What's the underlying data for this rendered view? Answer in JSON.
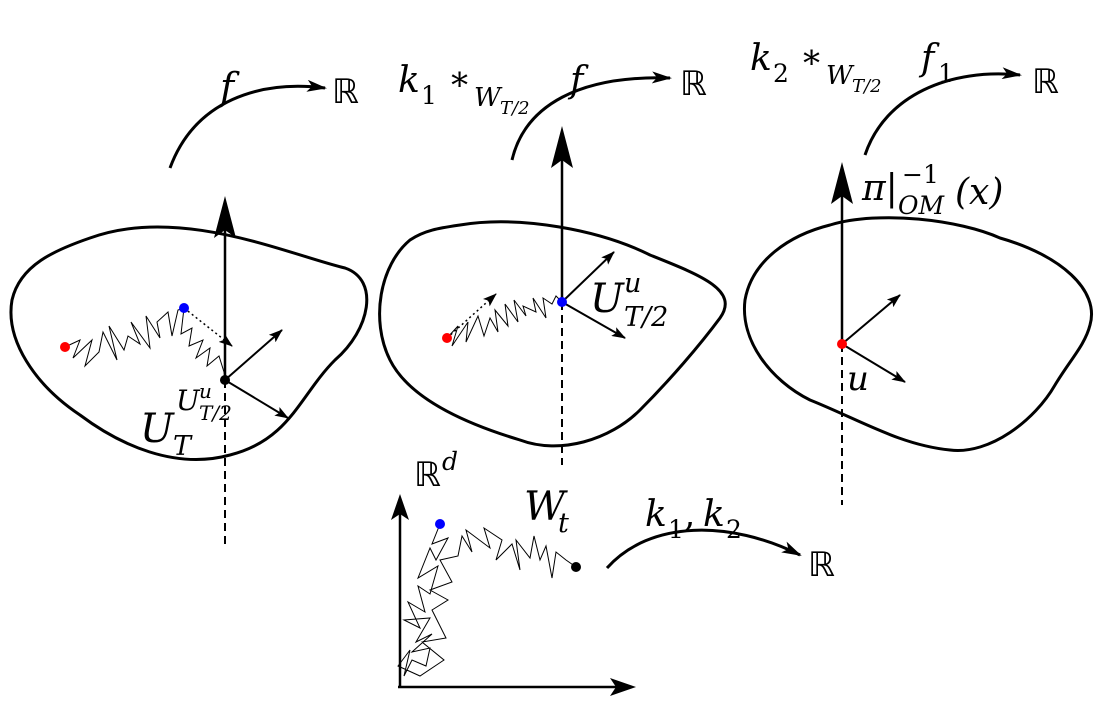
{
  "labels": {
    "f": "f",
    "R": "ℝ",
    "k1": "k",
    "k1_sub": "1",
    "star": "∗",
    "W": "W",
    "T2": "T/2",
    "f2": "f",
    "k2": "k",
    "k2_sub": "2",
    "f1": "f",
    "f1_sub": "1",
    "pi": "π|",
    "pi_sub": "OM",
    "pi_sup": "−1",
    "pi_arg": "(x)",
    "U": "U",
    "U_sub": "T/2",
    "U_sup": "u",
    "UT_sub": "T",
    "u": "u",
    "Rd": "ℝ",
    "Rd_sup": "d",
    "Wt": "W",
    "Wt_sub": "t",
    "k12": "k",
    "k12_sub1": "1",
    "comma": ", ",
    "k12_sub2": "2"
  },
  "colors": {
    "red_point": "#ff0000",
    "blue_point": "#0000ff",
    "black_point": "#000000"
  }
}
